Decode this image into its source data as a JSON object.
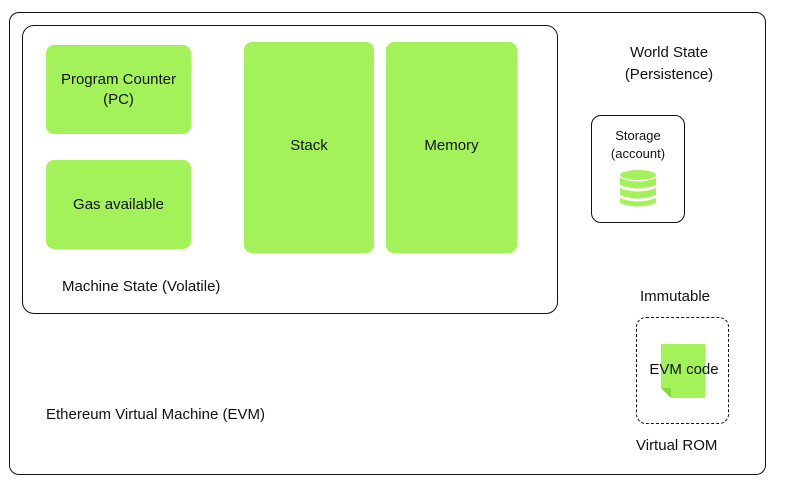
{
  "evm": {
    "label": "Ethereum Virtual Machine (EVM)"
  },
  "machine_state": {
    "label": "Machine State (Volatile)",
    "program_counter": "Program Counter\n(PC)",
    "gas": "Gas available",
    "stack": "Stack",
    "memory": "Memory"
  },
  "world_state": {
    "label": "World State\n(Persistence)",
    "storage": "Storage\n(account)",
    "icon": "database-icon"
  },
  "rom": {
    "top_label": "Immutable",
    "code": "EVM code",
    "bottom_label": "Virtual ROM",
    "icon": "document-icon"
  },
  "colors": {
    "accent_green": "#a3f25a",
    "accent_green_dark": "#7fd83e",
    "outline": "#111111",
    "background": "#ffffff"
  }
}
